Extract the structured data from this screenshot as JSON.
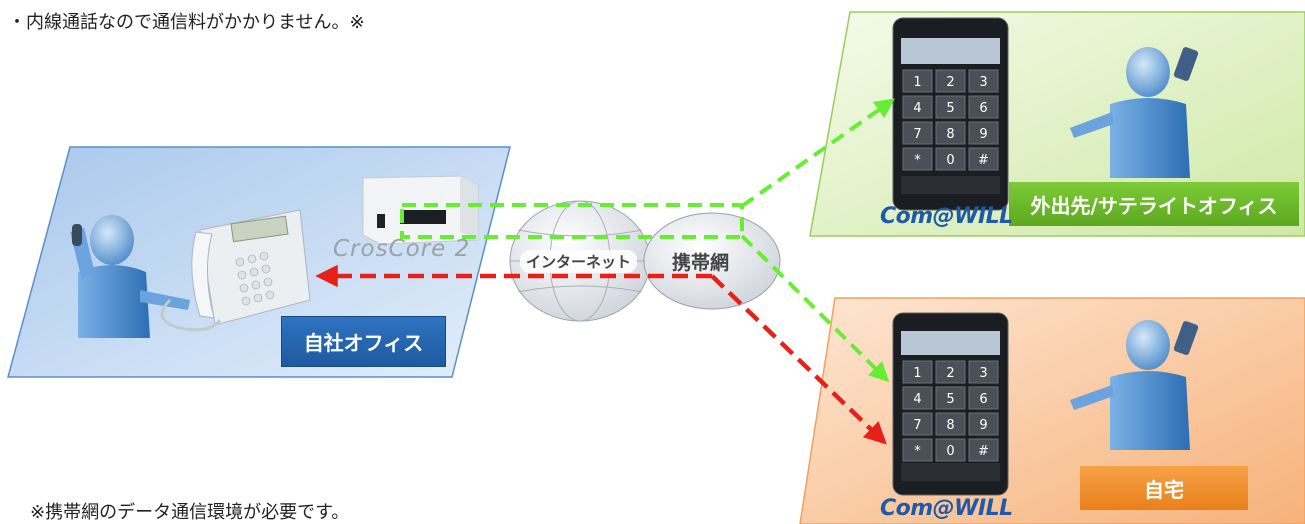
{
  "notes": {
    "top": "・内線通話なので通信料がかかりません。※",
    "bottom": "※携帯網のデータ通信環境が必要です。"
  },
  "labels": {
    "office": "自社オフィス",
    "remote": "外出先/サテライトオフィス",
    "home": "自宅"
  },
  "pbx": {
    "brand": "CrosCore 2"
  },
  "networks": {
    "internet": "インターネット",
    "mobile": "携帯網"
  },
  "apps": {
    "brand": "Com@WILL"
  },
  "phone_keys": [
    "1",
    "2",
    "3",
    "4",
    "5",
    "6",
    "7",
    "8",
    "9",
    "*",
    "0",
    "#"
  ],
  "colors": {
    "office_panel": "#b9d3f0",
    "remote_panel": "#dff0c4",
    "home_panel": "#f9c9a0",
    "green_arrow": "#66ee33",
    "red_arrow": "#e8201a"
  }
}
